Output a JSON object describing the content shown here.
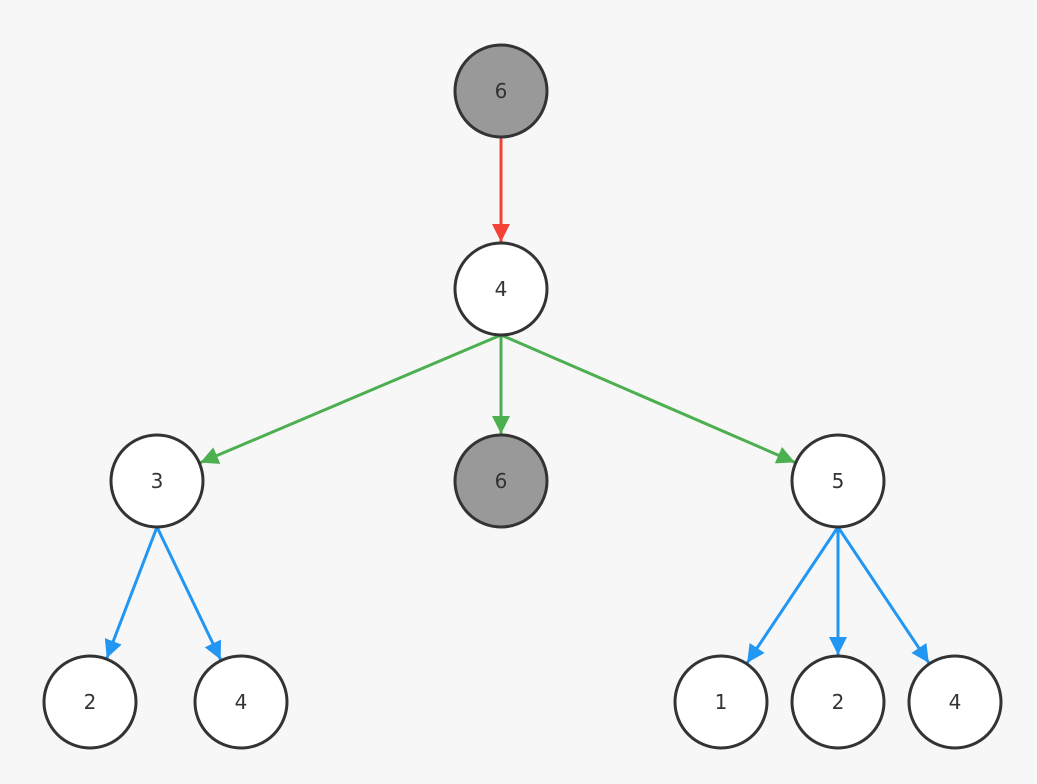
{
  "colors": {
    "background": "#f7f7f7",
    "node_default": "#ffffff",
    "node_highlight": "#999999",
    "node_stroke": "#333333",
    "edge_red": "#f44336",
    "edge_green": "#4caf50",
    "edge_blue": "#2196f3"
  },
  "nodes": [
    {
      "id": "n_root",
      "label": "6",
      "highlight": true
    },
    {
      "id": "n_4",
      "label": "4",
      "highlight": false
    },
    {
      "id": "n_3",
      "label": "3",
      "highlight": false
    },
    {
      "id": "n_6b",
      "label": "6",
      "highlight": true
    },
    {
      "id": "n_5",
      "label": "5",
      "highlight": false
    },
    {
      "id": "n_3_2",
      "label": "2",
      "highlight": false
    },
    {
      "id": "n_3_4",
      "label": "4",
      "highlight": false
    },
    {
      "id": "n_5_1",
      "label": "1",
      "highlight": false
    },
    {
      "id": "n_5_2",
      "label": "2",
      "highlight": false
    },
    {
      "id": "n_5_4",
      "label": "4",
      "highlight": false
    }
  ],
  "edges": [
    {
      "from": "n_root",
      "to": "n_4",
      "color": "edge_red"
    },
    {
      "from": "n_4",
      "to": "n_3",
      "color": "edge_green"
    },
    {
      "from": "n_4",
      "to": "n_6b",
      "color": "edge_green"
    },
    {
      "from": "n_4",
      "to": "n_5",
      "color": "edge_green"
    },
    {
      "from": "n_3",
      "to": "n_3_2",
      "color": "edge_blue"
    },
    {
      "from": "n_3",
      "to": "n_3_4",
      "color": "edge_blue"
    },
    {
      "from": "n_5",
      "to": "n_5_1",
      "color": "edge_blue"
    },
    {
      "from": "n_5",
      "to": "n_5_2",
      "color": "edge_blue"
    },
    {
      "from": "n_5",
      "to": "n_5_4",
      "color": "edge_blue"
    }
  ]
}
